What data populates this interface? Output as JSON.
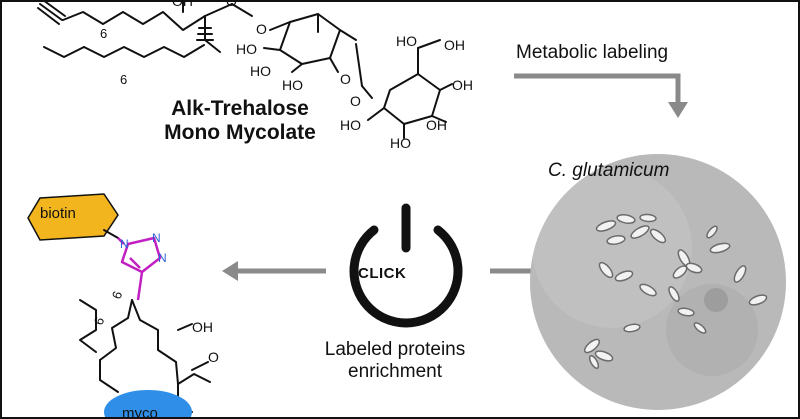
{
  "compound": {
    "name_line1": "Alk-Trehalose",
    "name_line2": "Mono Mycolate"
  },
  "steps": {
    "metabolic_labeling": "Metabolic labeling",
    "organism": "C. glutamicum",
    "click": "CLICK",
    "enrichment_line1": "Labeled proteins",
    "enrichment_line2": "enrichment"
  },
  "tags": {
    "biotin": "biotin",
    "myco": "myco"
  },
  "atoms": {
    "oh": "OH",
    "ho": "HO",
    "o": "O",
    "n": "N",
    "six": "6"
  },
  "colors": {
    "line": "#111111",
    "arrow": "#8a8a8a",
    "biotin": "#f2b51d",
    "triazole": "#c21fc2",
    "nitrogen": "#2f5fd6",
    "myco": "#2f8fe8",
    "micrograph": "#b9b9b9"
  }
}
